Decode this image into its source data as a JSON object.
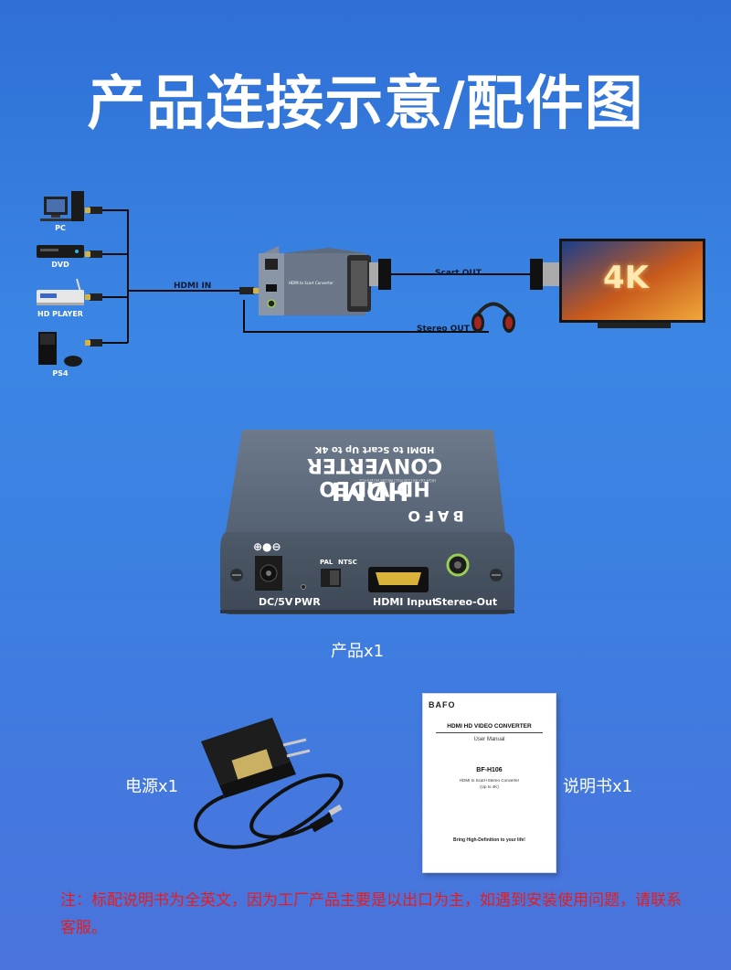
{
  "header": {
    "title": "产品连接示意/配件图"
  },
  "diagram": {
    "sources": [
      {
        "label": "PC",
        "icon": "pc-icon"
      },
      {
        "label": "DVD",
        "icon": "dvd-player-icon"
      },
      {
        "label": "HD PLAYER",
        "icon": "hd-player-icon"
      },
      {
        "label": "PS4",
        "icon": "ps4-console-icon"
      }
    ],
    "hdmi_in_label": "HDMI IN",
    "converter_label": "HDMI to Scart Converter",
    "scart_out_label": "Scart OUT",
    "stereo_out_label": "Stereo OUT",
    "tv_text": "4K"
  },
  "product": {
    "brand": "BAFO",
    "logo_text": "HDMI",
    "model_title": "HD VIDEO CONVERTER",
    "model_sub": "HDMI to Scart Up to 4K",
    "tiny_text": "HIGH-DEFINITION MULTIMEDIA INTERFACE",
    "ports": {
      "dc": "DC/5V",
      "pwr": "PWR",
      "pal": "PAL",
      "ntsc": "NTSC",
      "hdmi": "HDMI Input",
      "stereo": "Stereo-Out"
    },
    "caption": "产品x1"
  },
  "accessories": {
    "power_caption": "电源x1",
    "manual_caption": "说明书x1",
    "manual": {
      "brand": "BAFO",
      "title": "HDMI HD VIDEO CONVERTER",
      "subtitle": "User Manual",
      "model": "BF-H106",
      "desc": "HDMI to Scart+Stereo Converter",
      "range": "(Up to 4K)",
      "slogan": "Bring High-Definition to your life!"
    }
  },
  "note": {
    "text": "注：标配说明书为全英文，因为工厂产品主要是以出口为主，如遇到安装使用问题，请联系客服。"
  },
  "colors": {
    "background": "#3b86e4",
    "note": "#e81c1c",
    "device": "#5b6a7c"
  }
}
